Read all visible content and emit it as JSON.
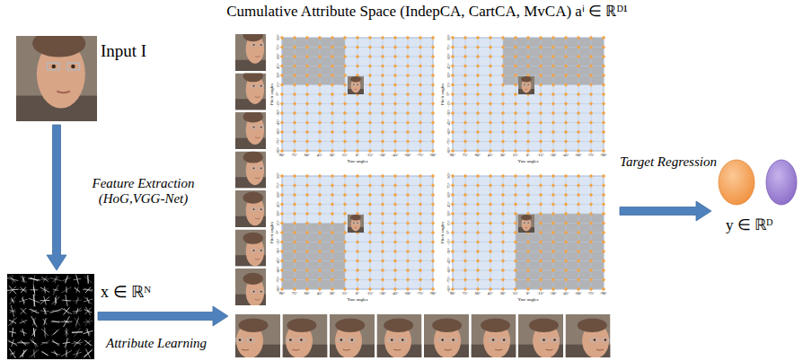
{
  "diagram": {
    "nodes": [
      {
        "text": [
          "Input I"
        ]
      },
      {
        "text": [
          "x ∈ ℝᴺ"
        ]
      },
      {
        "text": [
          "Cumulative Attribute Space (IndepCA, CartCA, MvCA) aⁱ ∈ ℝᴰ¹"
        ]
      },
      {
        "text": [
          "Pitch angles",
          "Yaw angles"
        ],
        "in": 2
      },
      {
        "text": [
          "Pitch angles",
          "Yaw angles"
        ],
        "in": 2
      },
      {
        "text": [
          "Pitch angles",
          "Yaw angles"
        ],
        "in": 2
      },
      {
        "text": [
          "Pitch angles",
          "Yaw angles"
        ],
        "in": 2
      },
      {
        "text": [
          "y ∈ ℝᴰ"
        ]
      }
    ],
    "edges": [
      {
        "from": 0,
        "to": 1,
        "label": "Feature Extraction (HoG,VGG-Net)",
        "arrow": "to"
      },
      {
        "from": 1,
        "to": 2,
        "label": "Attribute Learning",
        "arrow": "to"
      },
      {
        "from": 2,
        "to": 7,
        "label": "Target Regression",
        "arrow": "to"
      }
    ],
    "labels": [
      "90°",
      "75°",
      "60°",
      "45°",
      "30°",
      "15°",
      "0°",
      "-15°",
      "-30°",
      "-45°",
      "-60°",
      "-75°",
      "-90°",
      "90°",
      "75°",
      "60°",
      "45°",
      "30°",
      "15°",
      "0°",
      "-15°",
      "-30°",
      "-45°",
      "-60°",
      "-75°",
      "-90°",
      "90°",
      "75°",
      "60°",
      "45°",
      "30°",
      "15°",
      "0°",
      "-15°",
      "-30°",
      "-45°",
      "-60°",
      "-75°",
      "-90°",
      "90°",
      "75°",
      "60°",
      "45°",
      "30°",
      "15°",
      "0°",
      "-15°",
      "-30°",
      "-45°",
      "-60°",
      "-75°",
      "-90°",
      "90°",
      "75°",
      "60°",
      "45°",
      "30°",
      "15°",
      "0°",
      "-15°",
      "-30°",
      "-45°",
      "-60°",
      "-75°",
      "-90°",
      "90°",
      "75°",
      "60°",
      "45°",
      "30°",
      "15°",
      "0°",
      "-15°",
      "-30°",
      "-45°",
      "-60°",
      "-75°",
      "-90°",
      "90°",
      "75°",
      "60°",
      "45°",
      "30°",
      "15°",
      "0°",
      "-15°",
      "-30°",
      "-45°",
      "-60°",
      "-75°",
      "-90°",
      "90°",
      "75°",
      "60°",
      "45°",
      "30°",
      "15°",
      "0°",
      "-15°",
      "-30°",
      "-45°",
      "-60°",
      "-75°",
      "-90°"
    ]
  }
}
